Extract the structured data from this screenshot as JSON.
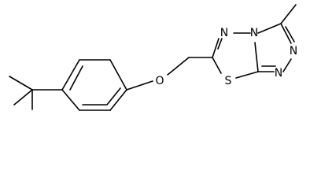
{
  "molecule": {
    "atoms": {
      "oxygen": "O",
      "sulfur": "S",
      "nitrogen_thiadiazole": "N",
      "nitrogen_bridgehead": "N",
      "nitrogen_triazole_a": "N",
      "nitrogen_triazole_b": "N"
    }
  }
}
